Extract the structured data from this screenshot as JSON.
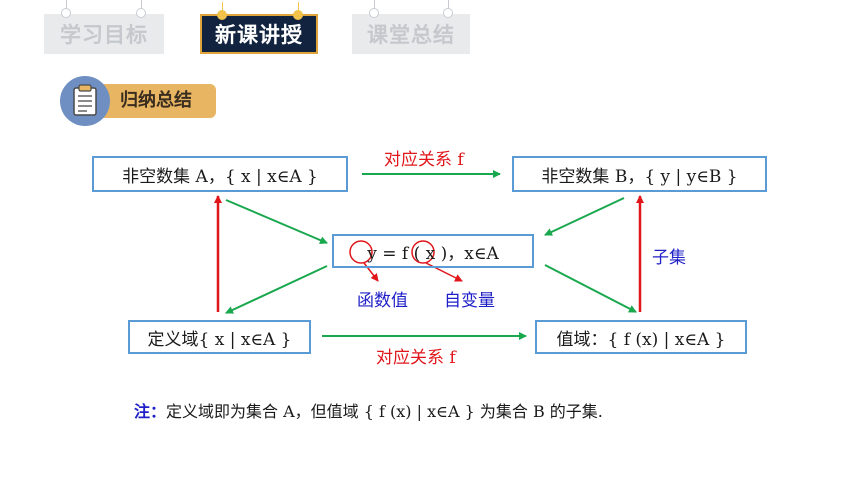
{
  "tabs": [
    {
      "label": "学习目标",
      "active": false
    },
    {
      "label": "新课讲授",
      "active": true
    },
    {
      "label": "课堂总结",
      "active": false
    }
  ],
  "badge": {
    "label": "归纳总结",
    "icon": "clipboard-icon"
  },
  "boxes": {
    "set_a": "非空数集 A，{ x | x∈A }",
    "set_b": "非空数集 B，{ y | y∈B }",
    "function": "y = f ( x )，x∈A",
    "domain": "定义域{ x | x∈A }",
    "range": "值域：{ f (x) | x∈A }"
  },
  "labels": {
    "corr_top": "对应关系 f",
    "corr_bottom": "对应关系 f",
    "subset": "子集",
    "function_value": "函数值",
    "independent_var": "自变量"
  },
  "note": {
    "lead": "注：",
    "text": "定义域即为集合 A，但值域 { f (x) | x∈A } 为集合 B 的子集."
  },
  "colors": {
    "box_border": "#5b9bd5",
    "green_arrow": "#1aa84f",
    "red_arrow": "#e0161b",
    "blue_text": "#2020c8"
  }
}
